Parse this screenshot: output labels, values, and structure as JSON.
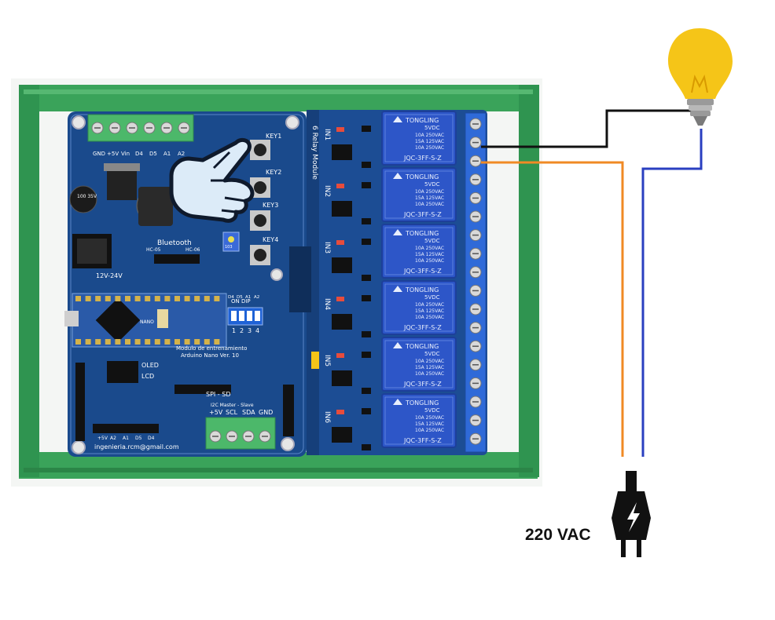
{
  "board": {
    "top_header_labels": [
      "GND",
      "+5V",
      "Vin",
      "D4",
      "D5",
      "A1",
      "A2"
    ],
    "key_labels": [
      "KEY1",
      "KEY2",
      "KEY3",
      "KEY4"
    ],
    "bluetooth_label": "Bluetooth",
    "bt_pins": [
      "HC-05",
      "HC-06"
    ],
    "power_label": "12V-24V",
    "oled_label": "OLED",
    "lcd_label": "LCD",
    "spi_label": "SPI - SD",
    "i2c_label": "I2C Master - Slave",
    "i2c_pins": [
      "+5V",
      "SCL",
      "SDA",
      "GND"
    ],
    "nano_label": "NANO",
    "title_lines": [
      "Modulo de entrenamiento",
      "Arduino Nano Ver. 10"
    ],
    "email": "ingenieria.rcm@gmail.com",
    "dip_label": "ON  DIP",
    "dip_numbers": [
      "1",
      "2",
      "3",
      "4"
    ],
    "dip_pins": [
      "D4",
      "D5",
      "A1",
      "A2"
    ],
    "relay_module_label": "6 Relay Module",
    "inputs": [
      "IN1",
      "IN2",
      "IN3",
      "IN4",
      "IN5",
      "IN6"
    ],
    "bottom_header_labels": [
      "+5V",
      "A2",
      "A1",
      "D5",
      "D4"
    ],
    "capacitor_label": "100 35V",
    "potentiometer_label": "103"
  },
  "relays": {
    "brand": "TONGLING",
    "coil": "5VDC",
    "ratings": [
      "10A 250VAC",
      "15A 125VAC",
      "10A 250VAC"
    ],
    "model": "JQC-3FF-S-Z",
    "count": 6
  },
  "power_label": "220 VAC",
  "colors": {
    "rail_green": "#3aa35a",
    "pcb_blue": "#1a4a8c",
    "relay_blue": "#2d56c8",
    "wire_black": "#111111",
    "wire_orange": "#f08a24",
    "wire_blue": "#2a3fc0",
    "bulb_yellow": "#f5c518",
    "terminal_green": "#4cb86a"
  },
  "icons": [
    "hand-pointer-icon",
    "light-bulb-icon",
    "power-plug-icon"
  ]
}
